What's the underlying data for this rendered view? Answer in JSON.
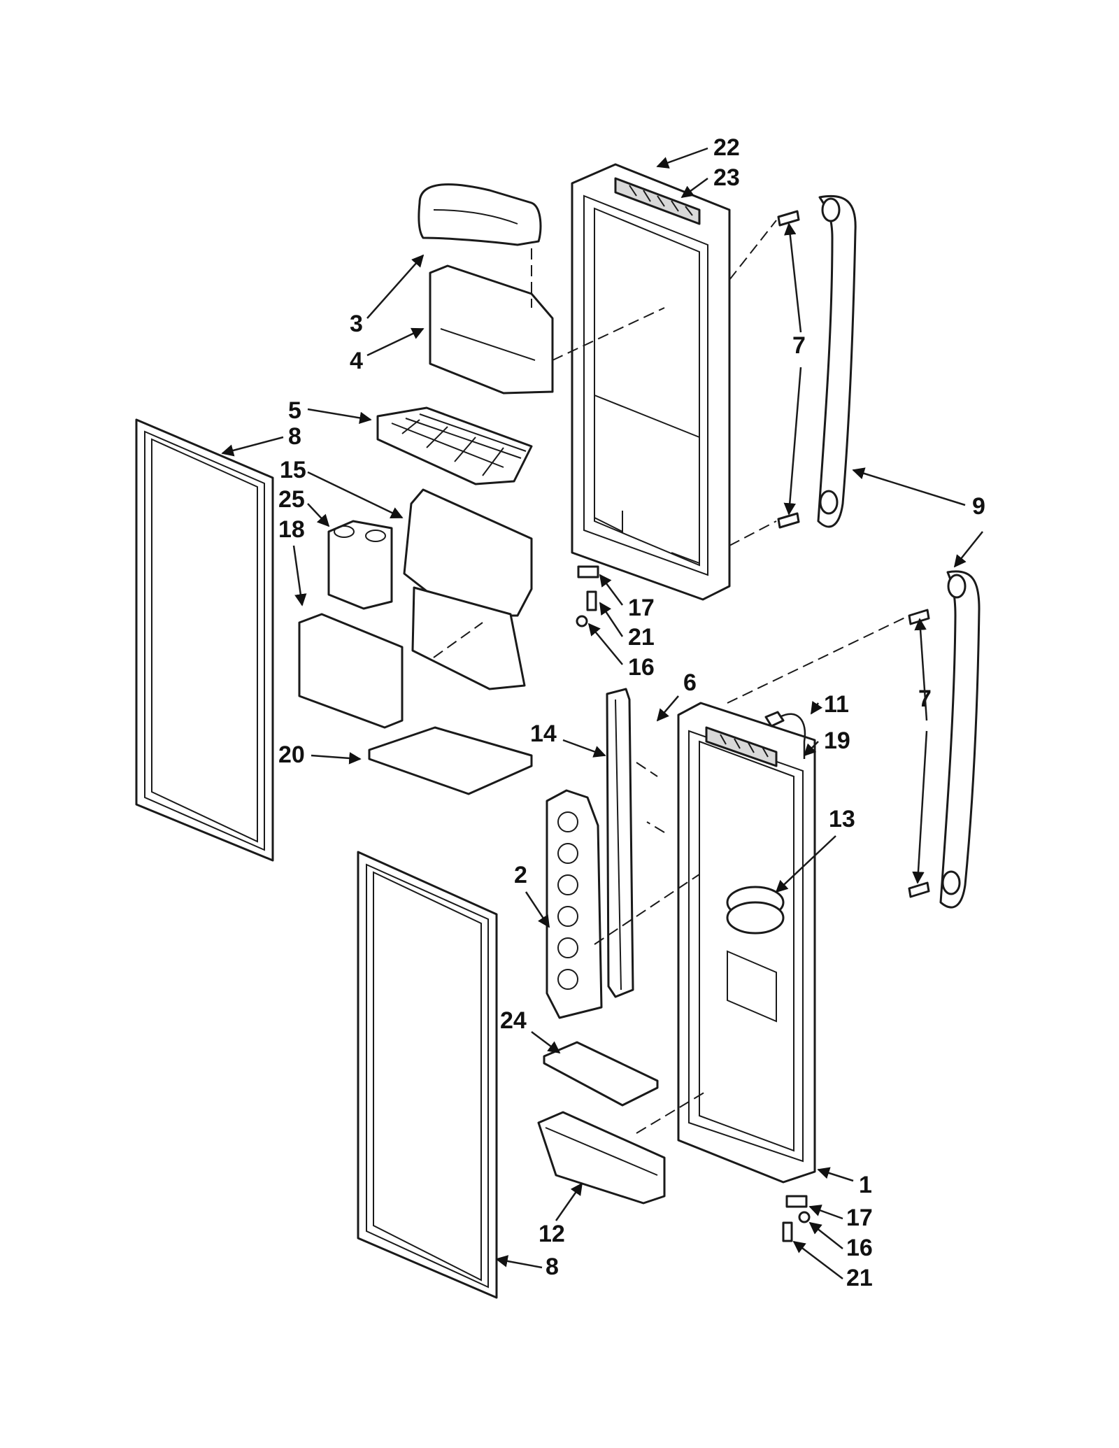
{
  "callouts": {
    "c22": "22",
    "c23": "23",
    "c3": "3",
    "c4": "4",
    "c7a": "7",
    "c5": "5",
    "c8a": "8",
    "c9": "9",
    "c15": "15",
    "c25": "25",
    "c18": "18",
    "c17a": "17",
    "c21a": "21",
    "c16a": "16",
    "c6": "6",
    "c11": "11",
    "c14": "14",
    "c20": "20",
    "c19": "19",
    "c7b": "7",
    "c13": "13",
    "c2": "2",
    "c24": "24",
    "c1": "1",
    "c17b": "17",
    "c16b": "16",
    "c12": "12",
    "c8b": "8",
    "c21b": "21"
  }
}
